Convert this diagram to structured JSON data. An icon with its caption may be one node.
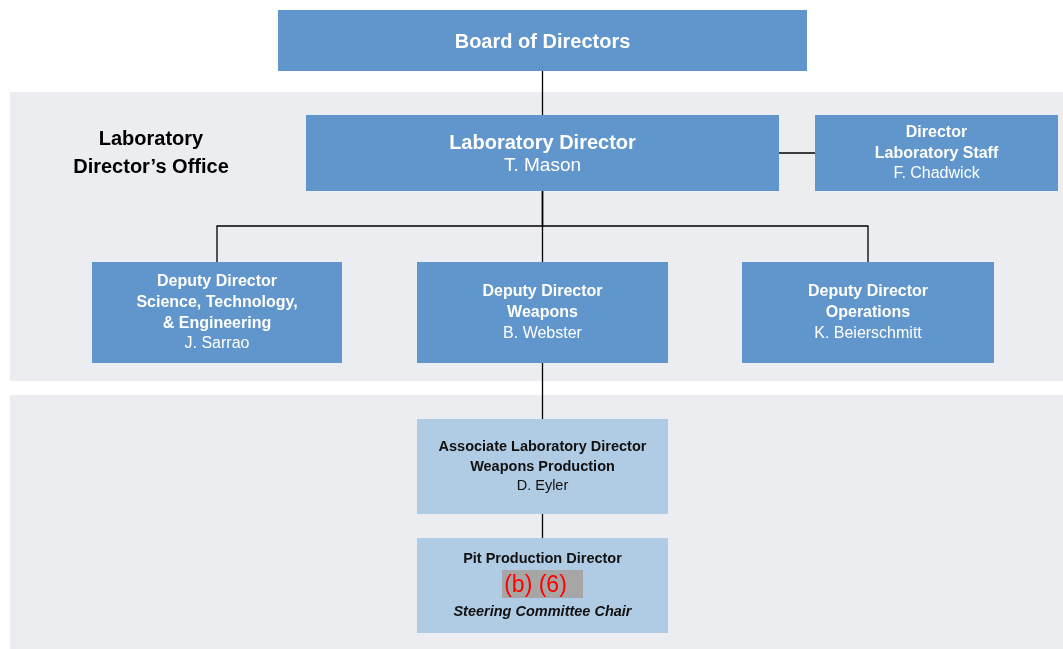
{
  "diagram": {
    "nodes": [
      {
        "text": [
          "Board of Directors"
        ]
      },
      {
        "text": [
          "Laboratory Director’s Office"
        ]
      },
      {
        "text": [
          "Laboratory Director",
          "T. Mason"
        ],
        "in": 1
      },
      {
        "text": [
          "Director Laboratory Staff",
          "F. Chadwick"
        ],
        "in": 1
      },
      {
        "text": [
          "Deputy Director Science, Technology, & Engineering",
          "J. Sarrao"
        ],
        "in": 1
      },
      {
        "text": [
          "Deputy Director Weapons",
          "B. Webster"
        ],
        "in": 1
      },
      {
        "text": [
          "Deputy Director Operations",
          "K. Beierschmitt"
        ],
        "in": 1
      },
      {
        "text": [],
        "shape": "box"
      },
      {
        "text": [
          "Associate Laboratory Director Weapons Production",
          "D. Eyler"
        ],
        "in": 7
      },
      {
        "text": [
          "Pit Production Director",
          "(b) (6)",
          "Steering Committee Chair"
        ],
        "in": 7
      }
    ],
    "edges": [
      {
        "from": 0,
        "to": 2,
        "arrow": "none"
      },
      {
        "from": 2,
        "to": 3,
        "arrow": "none"
      },
      {
        "from": 2,
        "to": 4,
        "arrow": "none"
      },
      {
        "from": 2,
        "to": 5,
        "arrow": "none"
      },
      {
        "from": 2,
        "to": 6,
        "arrow": "none"
      },
      {
        "from": 5,
        "to": 8,
        "arrow": "none"
      },
      {
        "from": 8,
        "to": 9,
        "arrow": "none"
      }
    ]
  }
}
